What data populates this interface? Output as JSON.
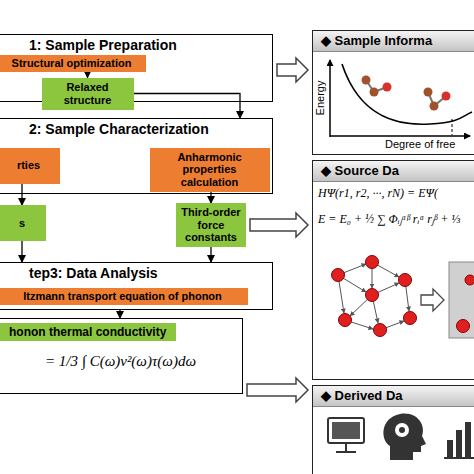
{
  "diagram": {
    "nodes": [
      {
        "text": [
          "1: Sample Preparation"
        ]
      },
      {
        "text": [
          "Structural optimization"
        ],
        "in": 0
      },
      {
        "text": [
          "Relaxed structure"
        ],
        "in": 0
      },
      {
        "text": [
          "2: Sample Characterization"
        ]
      },
      {
        "text": [
          "rties"
        ],
        "in": 3
      },
      {
        "text": [
          "Anharmonic properties calculation"
        ],
        "in": 3
      },
      {
        "text": [
          "s"
        ]
      },
      {
        "text": [
          "Third-order force constants"
        ]
      },
      {
        "text": [
          "tep3: Data Analysis"
        ]
      },
      {
        "text": [
          "ltzmann transport equation of phonon"
        ],
        "in": 8
      },
      {
        "text": [
          "honon thermal conductivity",
          "= 1/3 ∫ C(ω)ν²(ω)τ(ω)dω"
        ]
      },
      {
        "text": [
          "◆ Sample Informa"
        ]
      },
      {
        "text": [
          "◆ Source Da"
        ]
      },
      {
        "text": [
          "◆ Derived Da"
        ]
      }
    ],
    "edges": [
      {
        "from": 1,
        "to": 2,
        "arrow": "to"
      },
      {
        "from": 2,
        "to": 3,
        "arrow": "to"
      },
      {
        "from": 4,
        "to": 6,
        "arrow": "to"
      },
      {
        "from": 5,
        "to": 7,
        "arrow": "to"
      },
      {
        "from": 6,
        "to": 8,
        "arrow": "to"
      },
      {
        "from": 7,
        "to": 8,
        "arrow": "to"
      },
      {
        "from": 8,
        "to": 10,
        "arrow": "to"
      },
      {
        "from": 0,
        "to": 11,
        "arrow": "to"
      },
      {
        "from": 7,
        "to": 12,
        "arrow": "to"
      },
      {
        "from": 10,
        "to": 13,
        "arrow": "to"
      }
    ],
    "labels": [
      "Energy",
      "Degree of free",
      "HΨ(r1, r2, ···, rN) = EΨ(",
      "E = E₀ + ½ ∑ Φᵢⱼᵅᵝ rᵢᵅ rⱼᵝ + ⅓"
    ]
  }
}
